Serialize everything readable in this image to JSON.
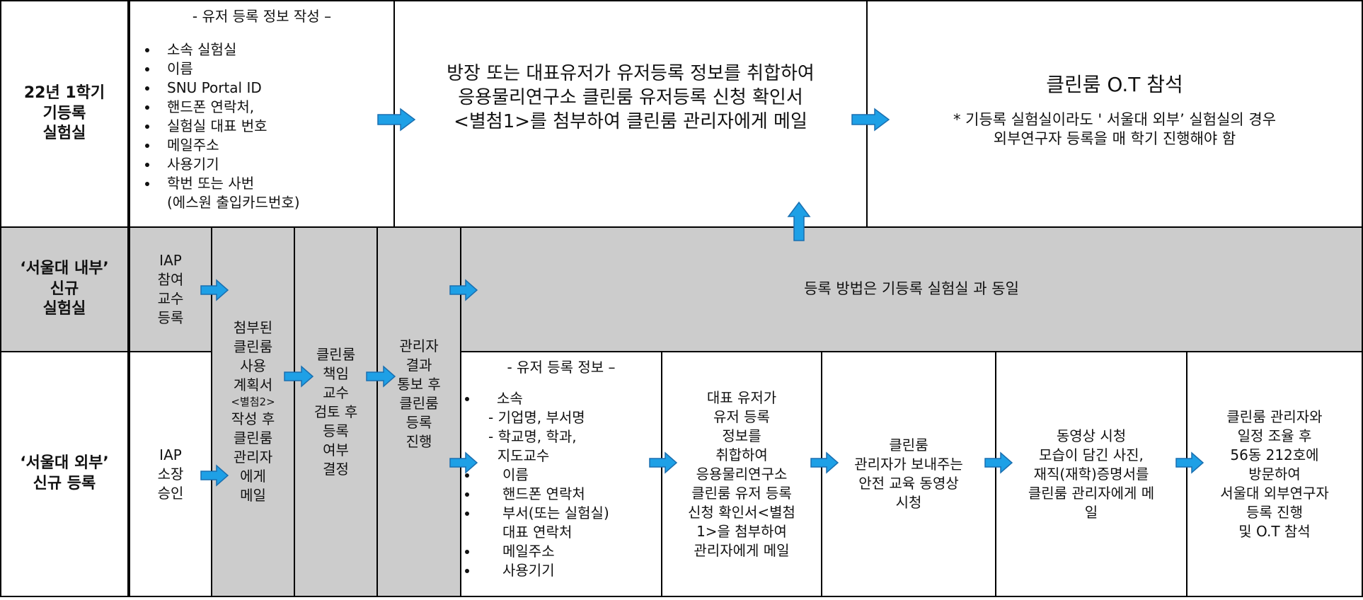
{
  "colors": {
    "arrow_fill": "#1ea0e6",
    "arrow_stroke": "#1a6fb0",
    "grey_fill": "#cccccc",
    "border": "#000000"
  },
  "rows": {
    "existing": "22년 1학기\n기등록\n실험실",
    "internal": "‘서울대 내부’\n신규\n실험실",
    "external": "‘서울대 외부’\n신규 등록"
  },
  "row1": {
    "info_header": "-  유저 등록 정보 작성 –",
    "info_items": [
      "소속 실험실",
      "이름",
      "SNU Portal ID",
      "핸드폰 연락처,",
      "실험실 대표 번호",
      "메일주소",
      "사용기기",
      "학번 또는 사번"
    ],
    "info_tail": "(에스원 출입카드번호)",
    "submit_text": "방장 또는 대표유저가 유저등록 정보를 취합하여\n응용물리연구소 클린룸 유저등록 신청 확인서\n<별첨1>를 첨부하여 클린룸 관리자에게 메일",
    "ot_title": "클린룸 O.T 참석",
    "ot_note": "* 기등록 실험실이라도  ' 서울대 외부’ 실험실의 경우\n외부연구자 등록을 매 학기 진행해야 함"
  },
  "row2": {
    "iap_professor": "IAP\n참여\n교수\n등록",
    "same_method": "등록 방법은 기등록 실험실 과 동일"
  },
  "row3": {
    "iap_director": "IAP\n소장\n승인"
  },
  "shared": {
    "plan_before": "첨부된\n클린룸\n사용\n계획서",
    "plan_attachment": "<별첨2>",
    "plan_after": "작성 후\n클린룸\n관리자\n에게\n메일",
    "review": "클린룸\n책임\n교수\n검토 후\n등록\n여부\n결정",
    "notify": "관리자\n결과\n통보 후\n클린룸\n등록\n진행"
  },
  "ext": {
    "info_header": "-  유저 등록 정보 –",
    "affiliation": "소속",
    "sub_items": [
      "- 기업명, 부서명",
      "- 학교명, 학과,",
      "  지도교수"
    ],
    "items": [
      "이름",
      "핸드폰 연락처",
      "부서(또는 실험실)\n대표 연락처",
      "메일주소",
      "사용기기"
    ],
    "submit": "대표 유저가\n유저 등록\n정보를\n취합하여\n응용물리연구소\n클린룸 유저 등록\n신청 확인서<별첨\n1>을 첨부하여\n관리자에게 메일",
    "video": "클린룸\n관리자가 보내주는\n안전 교육 동영상\n시청",
    "photo": "동영상 시청\n모습이 담긴 사진,\n재직(재학)증명서를\n클린룸 관리자에게 메\n일",
    "visit": "클린룸 관리자와\n일정 조율 후\n56동 212호에\n방문하여\n서울대 외부연구자\n등록 진행\n및 O.T 참석"
  }
}
